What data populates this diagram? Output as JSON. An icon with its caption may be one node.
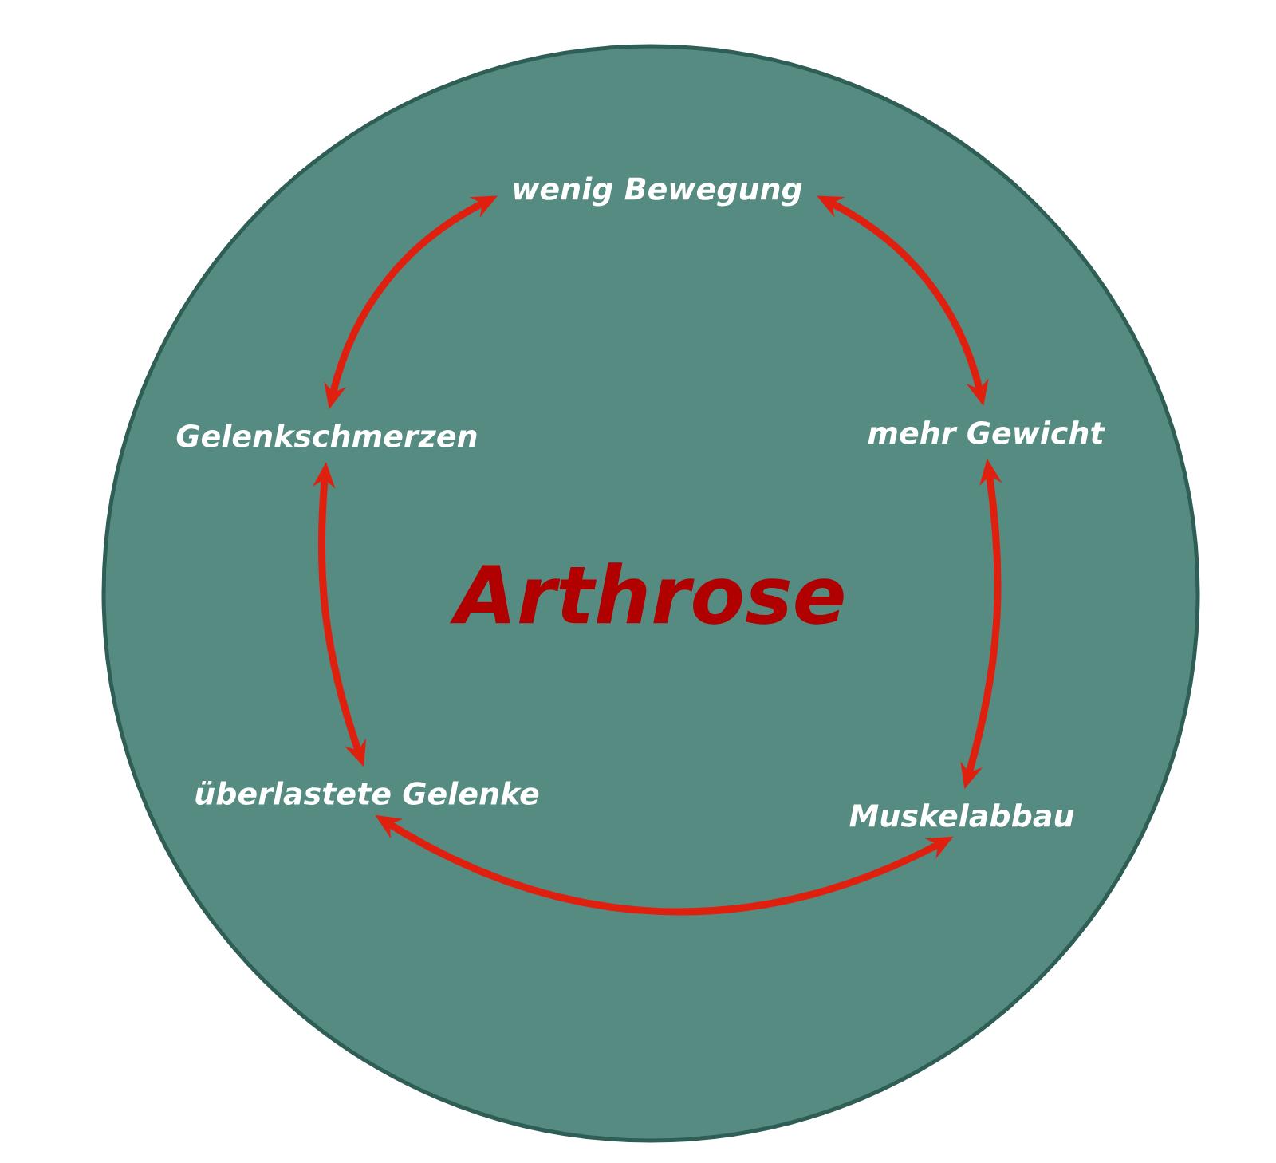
{
  "diagram": {
    "nodes": [
      {
        "text": [
          "Arthrose"
        ]
      },
      {
        "text": [
          "wenig Bewegung"
        ],
        "in": 0
      },
      {
        "text": [
          "Gelenkschmerzen"
        ],
        "in": 0
      },
      {
        "text": [
          "mehr Gewicht"
        ],
        "in": 0
      },
      {
        "text": [
          "überlastete Gelenke"
        ],
        "in": 0
      },
      {
        "text": [
          "Muskelabbau"
        ],
        "in": 0
      }
    ],
    "edges": [
      {
        "from": 2,
        "to": 1,
        "arrow": "both"
      },
      {
        "from": 1,
        "to": 3,
        "arrow": "both"
      },
      {
        "from": 2,
        "to": 4,
        "arrow": "both"
      },
      {
        "from": 3,
        "to": 5,
        "arrow": "both"
      },
      {
        "from": 4,
        "to": 5,
        "arrow": "both"
      }
    ]
  }
}
